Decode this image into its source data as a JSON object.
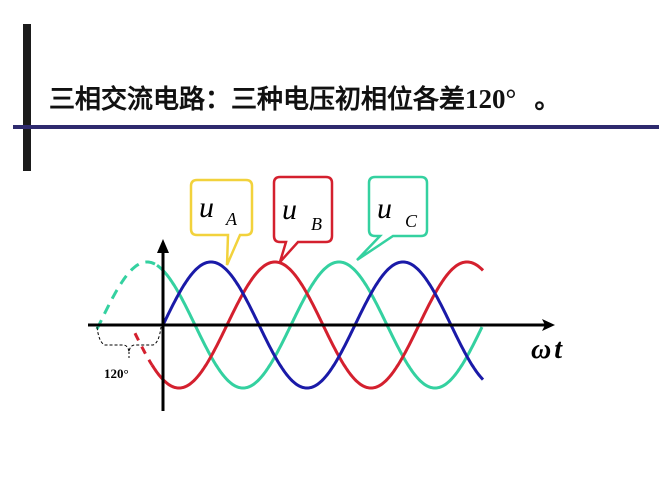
{
  "title": {
    "text": "三相交流电路：三种电压初相位各差",
    "value": "120°",
    "end": "。"
  },
  "axis": {
    "x_label_omega": "ω",
    "x_label_t": "t",
    "bracket_label": "120°"
  },
  "callouts": [
    {
      "main": "u",
      "sub": "A",
      "color": "#f2d23c"
    },
    {
      "main": "u",
      "sub": "B",
      "color": "#d4202e"
    },
    {
      "main": "u",
      "sub": "C",
      "color": "#34d1a0"
    }
  ],
  "chart_data": {
    "type": "line",
    "title": "三相交流电路：三种电压初相位各差120°。",
    "xlabel": "ωt",
    "ylabel": "",
    "phase_difference_deg": 120,
    "series": [
      {
        "name": "uA",
        "color": "#1a1aa8",
        "phase_deg": 0,
        "amplitude": 1
      },
      {
        "name": "uB",
        "color": "#d4202e",
        "phase_deg": -120,
        "amplitude": 1
      },
      {
        "name": "uC",
        "color": "#34d1a0",
        "phase_deg": 120,
        "amplitude": 1
      }
    ],
    "x_range_cycles": [
      0,
      1.67
    ],
    "grid": false
  }
}
